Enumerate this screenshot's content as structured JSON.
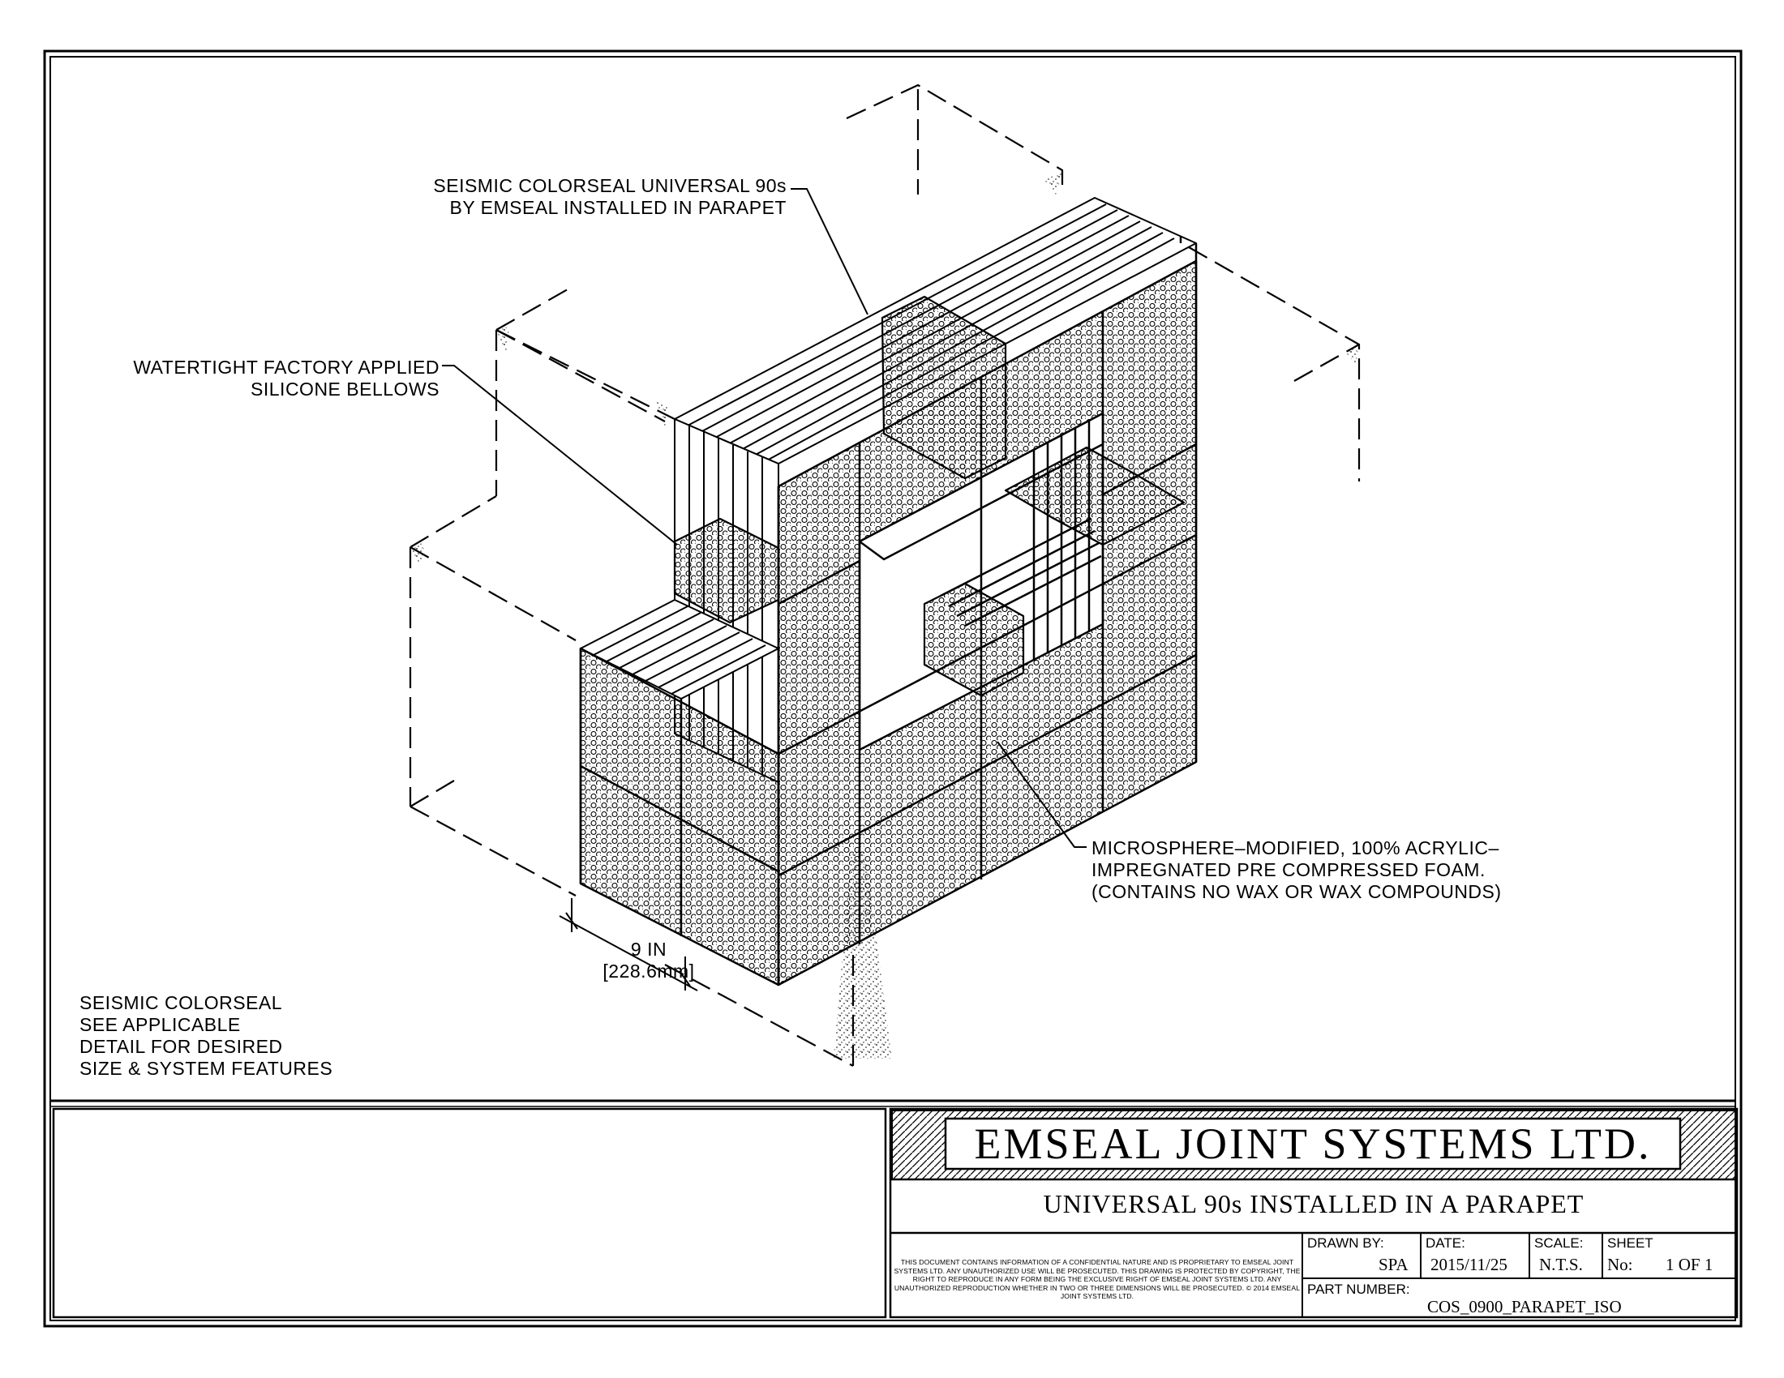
{
  "annotations": {
    "product_label": [
      "SEISMIC COLORSEAL UNIVERSAL 90s",
      "BY EMSEAL INSTALLED IN PARAPET"
    ],
    "bellows_label": [
      "WATERTIGHT FACTORY APPLIED",
      "SILICONE BELLOWS"
    ],
    "foam_label": [
      "MICROSPHERE–MODIFIED, 100% ACRYLIC–",
      "IMPREGNATED PRE COMPRESSED FOAM.",
      "(CONTAINS NO WAX OR WAX COMPOUNDS)"
    ],
    "dimension": [
      "9 IN",
      "[228.6mm]"
    ],
    "note": [
      "SEISMIC COLORSEAL",
      "SEE APPLICABLE",
      "DETAIL FOR DESIRED",
      "SIZE & SYSTEM FEATURES"
    ]
  },
  "title_block": {
    "company": "EMSEAL JOINT SYSTEMS LTD.",
    "drawing_title": "UNIVERSAL 90s INSTALLED IN A PARAPET",
    "confidentiality": "THIS DOCUMENT CONTAINS INFORMATION OF A CONFIDENTIAL NATURE AND IS PROPRIETARY TO EMSEAL JOINT SYSTEMS LTD. ANY UNAUTHORIZED USE WILL BE PROSECUTED. THIS DRAWING IS PROTECTED BY COPYRIGHT, THE RIGHT TO REPRODUCE IN ANY FORM BEING THE EXCLUSIVE RIGHT OF EMSEAL JOINT SYSTEMS LTD. ANY UNAUTHORIZED REPRODUCTION WHETHER IN TWO OR THREE DIMENSIONS WILL BE PROSECUTED. © 2014 EMSEAL JOINT SYSTEMS LTD.",
    "drawn_by_label": "DRAWN BY:",
    "drawn_by": "SPA",
    "date_label": "DATE:",
    "date": "2015/11/25",
    "scale_label": "SCALE:",
    "scale": "N.T.S.",
    "sheet_label": "SHEET",
    "sheet_no_label": "No:",
    "sheet": "1 OF 1",
    "part_number_label": "PART NUMBER:",
    "part_number": "COS_0900_PARAPET_ISO"
  }
}
